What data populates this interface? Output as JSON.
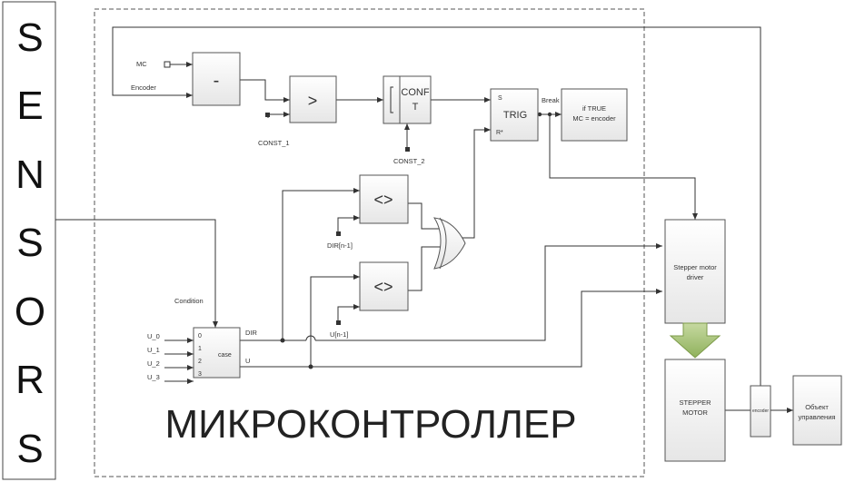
{
  "sensors": {
    "letters": [
      "S",
      "E",
      "N",
      "S",
      "O",
      "R",
      "S"
    ]
  },
  "controller": {
    "title": "МИКРОКОНТРОЛЛЕР"
  },
  "inputs": {
    "mc": "MC",
    "encoder": "Encoder",
    "condition": "Condition",
    "u0": "U_0",
    "u1": "U_1",
    "u2": "U_2",
    "u3": "U_3"
  },
  "blocks": {
    "minus": "-",
    "greater": ">",
    "conf_line1": "CONF",
    "conf_line2": "T",
    "trig": "TRIG",
    "trig_s": "S",
    "trig_r": "R*",
    "if_true_line1": "if TRUE",
    "if_true_line2": "MC = encoder",
    "neq": "<>",
    "case": "case",
    "case_ports": [
      "0",
      "1",
      "2",
      "3"
    ],
    "driver_line1": "Stepper motor",
    "driver_line2": "driver",
    "motor_line1": "STEPPER",
    "motor_line2": "MOTOR",
    "encoder_small": "encoder",
    "object_line1": "Объект",
    "object_line2": "управления"
  },
  "constants": {
    "const1": "CONST_1",
    "const2": "CONST_2",
    "dir_prev": "DIR[n-1]",
    "u_prev": "U[n-1]"
  },
  "signals": {
    "break": "Break",
    "dir": "DIR",
    "u": "U"
  }
}
